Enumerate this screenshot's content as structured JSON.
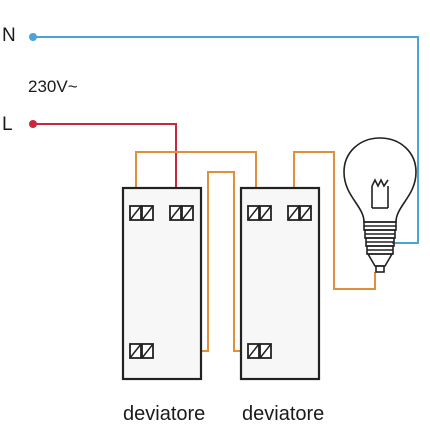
{
  "labels": {
    "neutral": "N",
    "line": "L",
    "voltage": "230V~",
    "switch_left": "deviatore",
    "switch_right": "deviatore"
  },
  "colors": {
    "neutral_wire": "#4ba3d9",
    "line_wire": "#c8283e",
    "traveler_wire": "#e0903a",
    "outline": "#222222",
    "switch_fill": "#f7f7f7"
  },
  "icons": {
    "switch_left": "two-way-switch-icon",
    "switch_right": "two-way-switch-icon",
    "lamp": "light-bulb-icon"
  }
}
